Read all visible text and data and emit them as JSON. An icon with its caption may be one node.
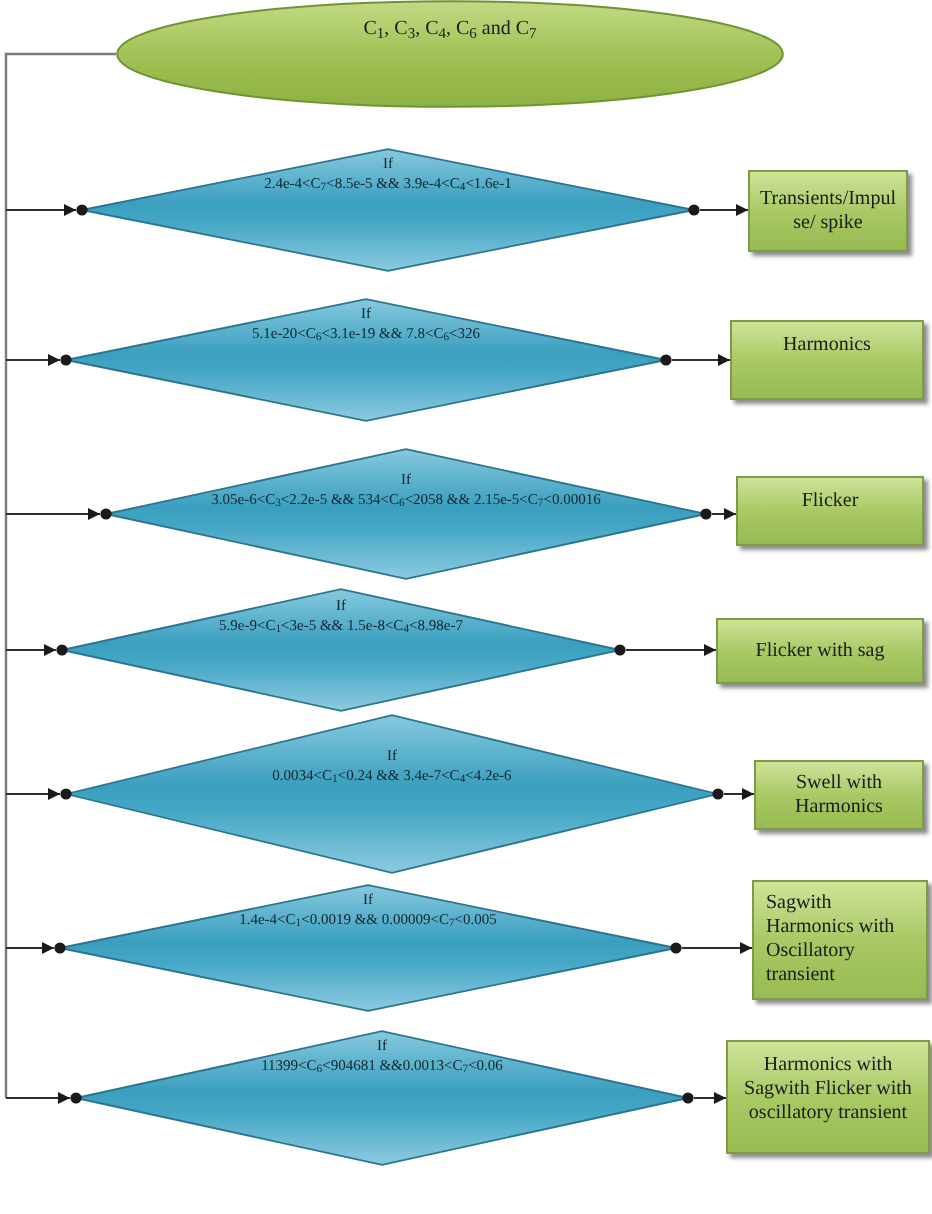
{
  "diagram": {
    "nodes": [
      {
        "text": [
          "C$_{1}$, C$_{3}$, C$_{4}$, C$_{6}$ and C$_{7}$"
        ]
      },
      {
        "text": [
          "If",
          "2.4e-4<C$_{7}$<8.5e-5 && 3.9e-4<C$_{4}$<1.6e-1"
        ]
      },
      {
        "text": [
          "Transients/Impul se/ spike"
        ]
      },
      {
        "text": [
          "If",
          "5.1e-20<C$_{6}$<3.1e-19 && 7.8<C$_{6}$<326"
        ]
      },
      {
        "text": [
          "Harmonics"
        ]
      },
      {
        "text": [
          "If",
          "3.05e-6<C$_{3}$<2.2e-5 && 534<C$_{6}$<2058 && 2.15e-5<C$_{7}$<0.00016"
        ]
      },
      {
        "text": [
          "Flicker"
        ]
      },
      {
        "text": [
          "If",
          "5.9e-9<C$_{1}$<3e-5 && 1.5e-8<C$_{4}$<8.98e-7"
        ]
      },
      {
        "text": [
          "Flicker with sag"
        ]
      },
      {
        "text": [
          "If",
          "0.0034<C$_{1}$<0.24 && 3.4e-7<C$_{4}$<4.2e-6"
        ]
      },
      {
        "text": [
          "Swell with Harmonics"
        ]
      },
      {
        "text": [
          "If",
          "1.4e-4<C$_{1}$<0.0019 && 0.00009<C$_{7}$<0.005"
        ]
      },
      {
        "text": [
          "Sagwith Harmonics with Oscillatory transient"
        ]
      },
      {
        "text": [
          "If",
          "11399<C$_{6}$<904681 &&0.0013<C$_{7}$<0.06"
        ]
      },
      {
        "text": [
          "Harmonics with Sagwith Flicker with oscillatory transient"
        ]
      }
    ],
    "edges": [
      {
        "from": 0,
        "to": 1,
        "arrow": "to"
      },
      {
        "from": 1,
        "to": 2,
        "arrow": "to"
      },
      {
        "from": 0,
        "to": 3,
        "arrow": "to"
      },
      {
        "from": 3,
        "to": 4,
        "arrow": "to"
      },
      {
        "from": 0,
        "to": 5,
        "arrow": "to"
      },
      {
        "from": 5,
        "to": 6,
        "arrow": "to"
      },
      {
        "from": 0,
        "to": 7,
        "arrow": "to"
      },
      {
        "from": 7,
        "to": 8,
        "arrow": "to"
      },
      {
        "from": 0,
        "to": 9,
        "arrow": "to"
      },
      {
        "from": 9,
        "to": 10,
        "arrow": "to"
      },
      {
        "from": 0,
        "to": 11,
        "arrow": "to"
      },
      {
        "from": 11,
        "to": 12,
        "arrow": "to"
      },
      {
        "from": 0,
        "to": 13,
        "arrow": "to"
      },
      {
        "from": 13,
        "to": 14,
        "arrow": "to"
      }
    ]
  }
}
